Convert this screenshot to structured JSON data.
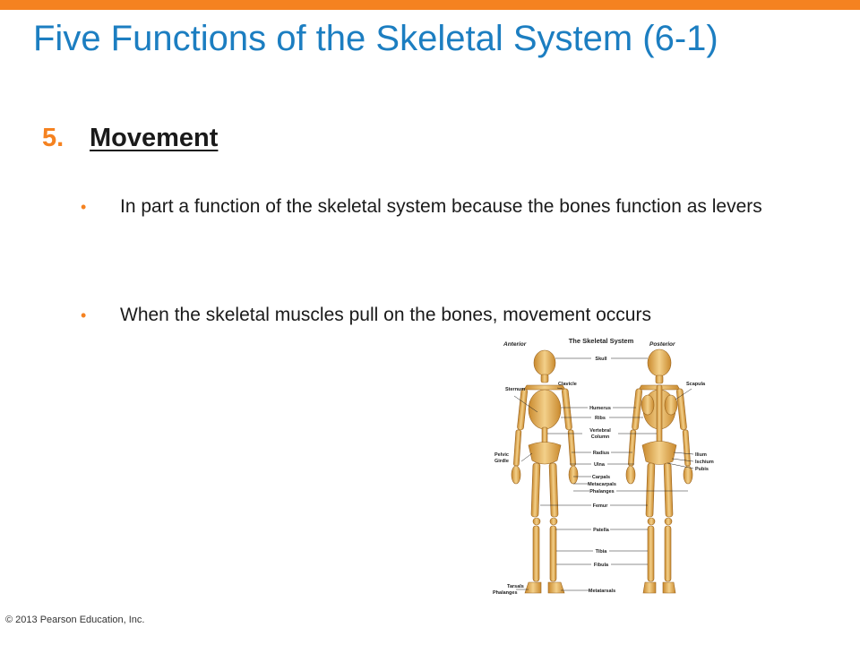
{
  "slide": {
    "title": "Five Functions of the Skeletal System (6-1)",
    "heading_number": "5.",
    "heading": "Movement",
    "bullets": [
      "In part a function of the skeletal system because the bones function as levers",
      "When the skeletal muscles pull on the bones, movement occurs"
    ],
    "copyright": "© 2013 Pearson Education, Inc.",
    "accent_color": "#f58220",
    "title_color": "#1c7ec1"
  },
  "figure": {
    "title": "The Skeletal System",
    "anterior": "Anterior",
    "posterior": "Posterior",
    "center_labels": [
      "Skull",
      "Humerus",
      "Ribs",
      "Vertebral",
      "Column",
      "Radius",
      "Ulna",
      "Carpals",
      "Metacarpals",
      "Phalanges",
      "Femur",
      "Patella",
      "Tibia",
      "Fibula",
      "Metatarsals"
    ],
    "left_labels": [
      "Sternum",
      "Clavicle",
      "Pelvic",
      "Girdle",
      "Tarsals",
      "Phalanges"
    ],
    "right_labels": [
      "Scapula",
      "Ilium",
      "Ischium",
      "Pubis"
    ]
  }
}
